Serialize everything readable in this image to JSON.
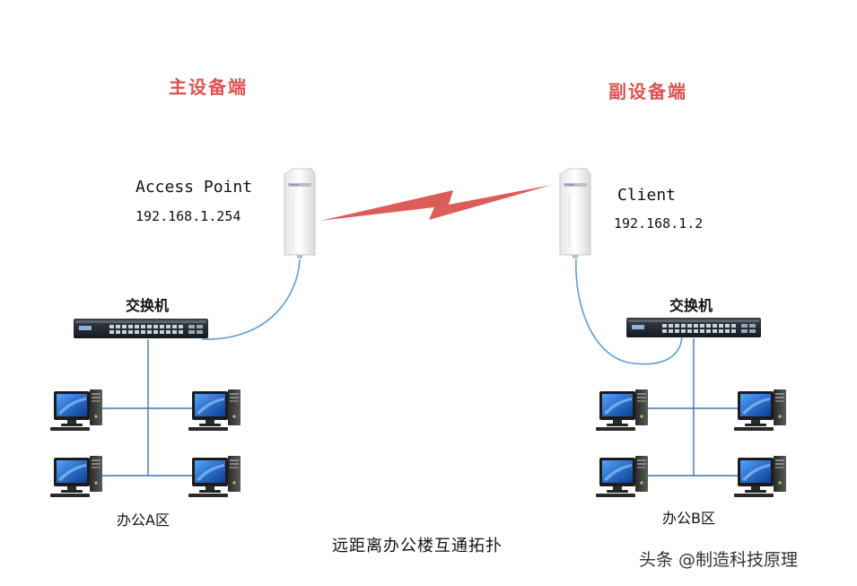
{
  "left": {
    "role_title": "主设备端",
    "device_label": "Access Point",
    "device_ip": "192.168.1.254",
    "switch_label": "交换机",
    "office_label": "办公A区"
  },
  "right": {
    "role_title": "副设备端",
    "device_label": "Client",
    "device_ip": "192.168.1.2",
    "switch_label": "交换机",
    "office_label": "办公B区"
  },
  "caption": "远距离办公楼互通拓扑",
  "watermark": "头条 @制造科技原理",
  "colors": {
    "role_title": "#e05050",
    "wireless_link": "#d9534f",
    "cable": "#5aa0d8",
    "lan_line": "#3b78b0"
  },
  "icons": {
    "access_point": "outdoor-cpe-icon",
    "switch": "rack-switch-icon",
    "computer": "desktop-pc-icon",
    "wireless": "lightning-link-icon"
  }
}
